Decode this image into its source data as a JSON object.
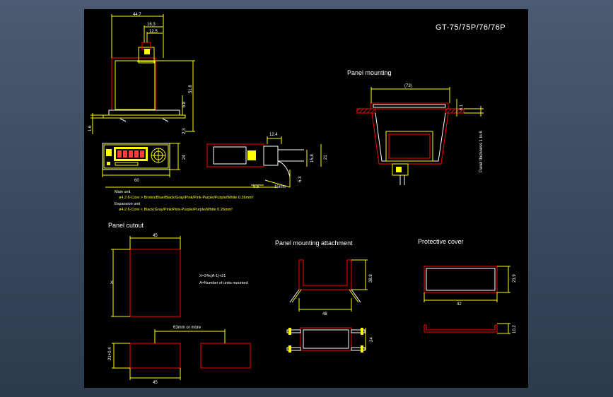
{
  "drawing": {
    "title": "GT-75/75P/76/76P",
    "sections": {
      "panel_mounting": "Panel mounting",
      "panel_cutout": "Panel cutout",
      "mounting_attachment": "Panel mounting attachment",
      "protective_cover": "Protective cover"
    },
    "dims": {
      "d447": "44.7",
      "d163": "16.3",
      "d125": "12.5",
      "d518": "51.8",
      "d68": "6.8",
      "d23": "2.3",
      "d16": "1.6",
      "d60": "60",
      "d24": "24",
      "d124": "12.4",
      "d21": "21",
      "d158": "15.8",
      "d53": "5.3",
      "d66": "6.6",
      "d15mm": "15mm",
      "d73": "(73)",
      "d61": "6.1",
      "panel_thickness": "Panel thickness 1 to 6",
      "cut45a": "45",
      "cutX": "X",
      "formula": "X=24x(A-1)+21",
      "formula_note": "A=Number of units mounted",
      "d63": "63mm or more",
      "d214": "21+0.4",
      "cut45b": "45",
      "d388": "38.8",
      "d48": "48",
      "d24b": "24",
      "d239": "23.9",
      "d42": "42",
      "d102": "10.2"
    },
    "notes": {
      "main_unit": "Main unit",
      "main_cable": "ø4.2  6-Core > Brown/Blue/Black/Gray/Pink/Pink-Purple/Purple/White 0.26mm²",
      "expansion_unit": "Expansion unit",
      "expansion_cable": "ø4.2  6-Core < Black/Gray/Pink/Pink-Purple/Purple/White 0.26mm²"
    }
  },
  "colors": {
    "background": "#000000",
    "outline": "#ff0000",
    "dimension": "#ffff00",
    "light": "#ffffff",
    "body_fill": "#ffff00",
    "hatch": "#ff3c3c"
  }
}
